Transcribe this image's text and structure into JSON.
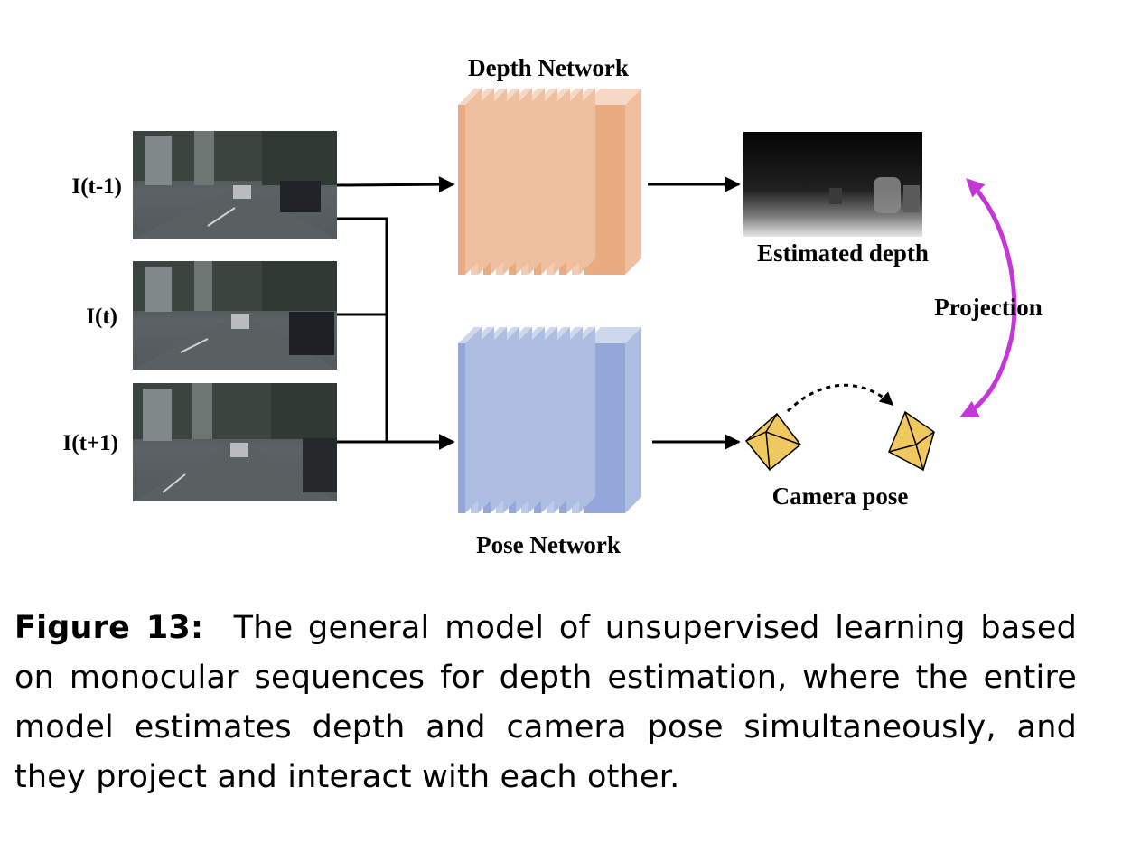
{
  "figure": {
    "frames": [
      {
        "label": "I(t-1)"
      },
      {
        "label": "I(t)"
      },
      {
        "label": "I(t+1)"
      }
    ],
    "depth_network_label": "Depth Network",
    "pose_network_label": "Pose Network",
    "estimated_depth_label": "Estimated depth",
    "projection_label": "Projection",
    "camera_pose_label": "Camera pose",
    "colors": {
      "depth_network": "#e9ab80",
      "pose_network": "#93a8d8",
      "projection_arrow": "#c436d6",
      "camera_cube": "#f0c860"
    }
  },
  "caption": {
    "label": "Figure 13:",
    "text": "The general model of unsupervised learning based on monocular sequences for depth estimation, where the entire model estimates depth and camera pose simultaneously, and they project and interact with each other."
  }
}
